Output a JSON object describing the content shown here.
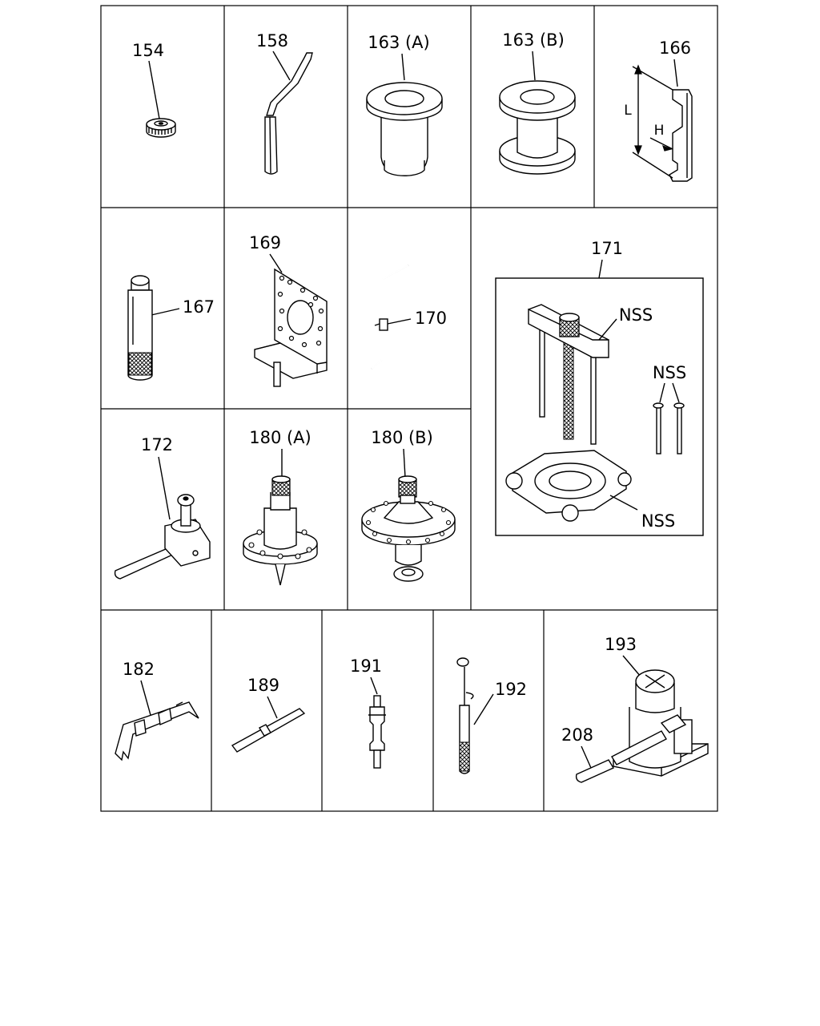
{
  "diagram": {
    "labels": {
      "p154": "154",
      "p158": "158",
      "p163a": "163 (A)",
      "p163b": "163 (B)",
      "p166": "166",
      "p166_L": "L",
      "p166_H": "H",
      "p167": "167",
      "p169": "169",
      "p170": "170",
      "p171": "171",
      "p171_nss1": "NSS",
      "p171_nss2": "NSS",
      "p171_nss3": "NSS",
      "p172": "172",
      "p180a": "180 (A)",
      "p180b": "180 (B)",
      "p182": "182",
      "p189": "189",
      "p191": "191",
      "p192": "192",
      "p193": "193",
      "p208": "208"
    }
  }
}
